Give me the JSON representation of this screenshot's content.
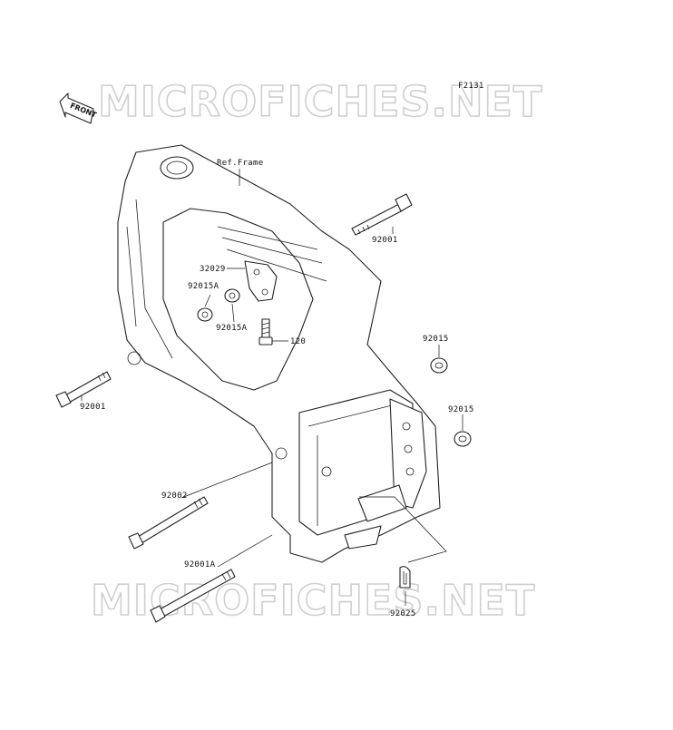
{
  "diagram": {
    "figure_code": "F2131",
    "front_label": "FRONT",
    "watermark": "MICROFICHES.NET",
    "ref_label": "Ref.Frame",
    "callouts": [
      {
        "id": "92001-top",
        "label": "92001"
      },
      {
        "id": "32029",
        "label": "32029"
      },
      {
        "id": "92015a-left",
        "label": "92015A"
      },
      {
        "id": "92015a-center",
        "label": "92015A"
      },
      {
        "id": "120",
        "label": "120"
      },
      {
        "id": "92015-upper",
        "label": "92015"
      },
      {
        "id": "92015-lower",
        "label": "92015"
      },
      {
        "id": "92001-left",
        "label": "92001"
      },
      {
        "id": "92002",
        "label": "92002"
      },
      {
        "id": "92001a",
        "label": "92001A"
      },
      {
        "id": "92025",
        "label": "92025"
      }
    ]
  }
}
